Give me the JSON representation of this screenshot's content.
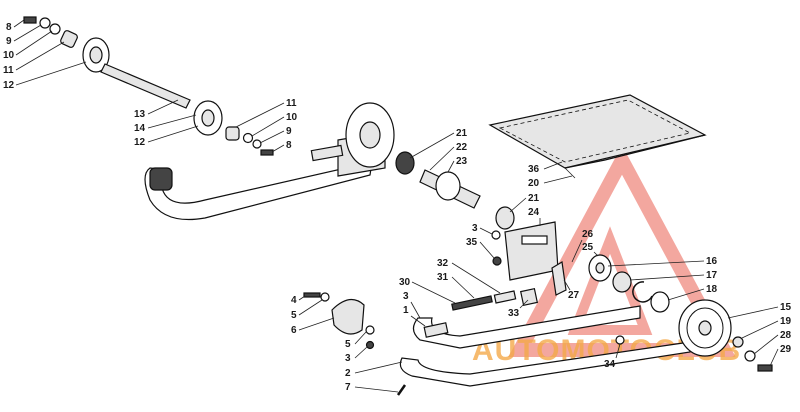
{
  "diagram": {
    "labels": [
      "1",
      "2",
      "3",
      "4",
      "5",
      "6",
      "7",
      "8",
      "9",
      "10",
      "11",
      "12",
      "13",
      "14",
      "15",
      "16",
      "17",
      "18",
      "19",
      "20",
      "21",
      "22",
      "23",
      "24",
      "25",
      "26",
      "27",
      "28",
      "29",
      "30",
      "31",
      "32",
      "33",
      "34",
      "35",
      "36"
    ]
  },
  "watermark": {
    "text": "AUTOMOTOCLUB",
    "color": "#f08a80"
  }
}
